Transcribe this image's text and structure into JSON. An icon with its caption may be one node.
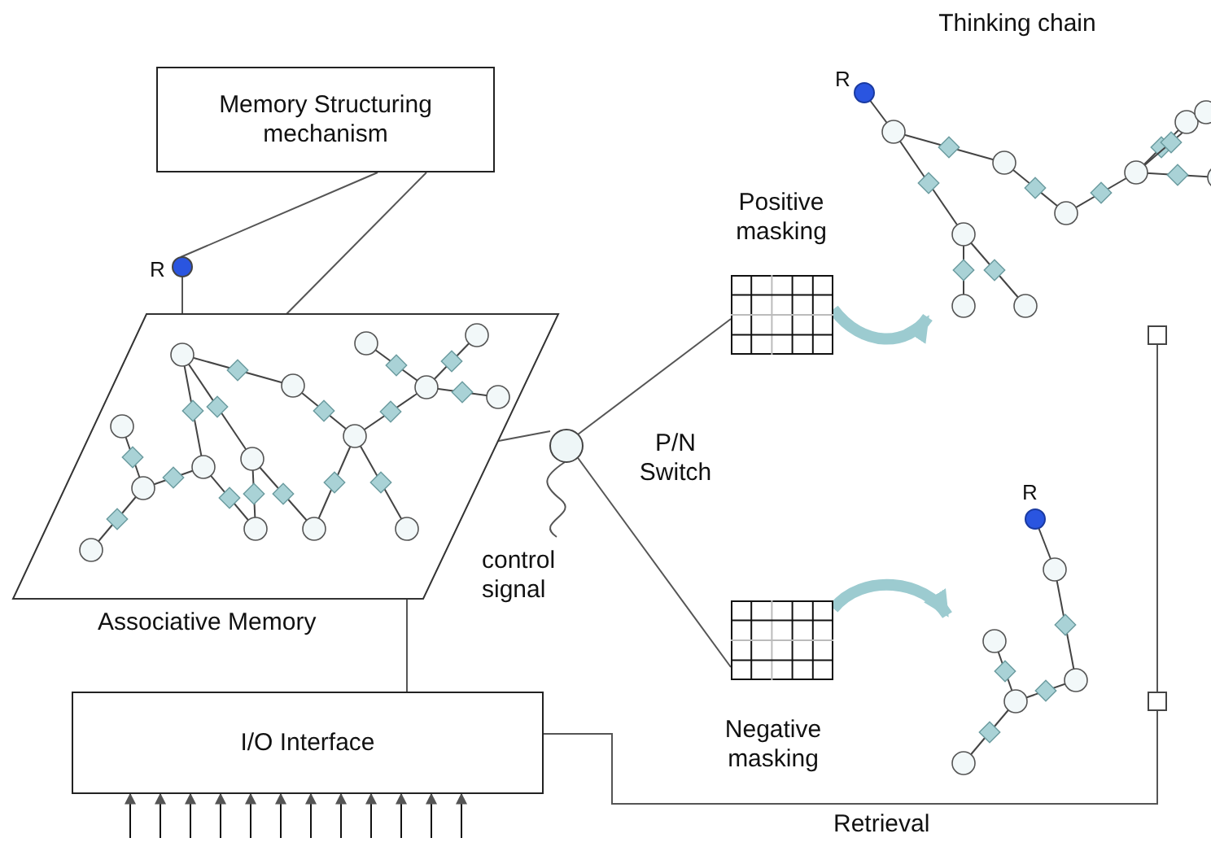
{
  "diagram": {
    "nodes": [
      {
        "text": [
          "Memory Structuring mechanism"
        ]
      },
      {
        "text": [
          "Associative Memory"
        ]
      },
      {
        "text": [],
        "shape": "circle",
        "beside": [
          "R"
        ]
      },
      {
        "text": [],
        "shape": "circle",
        "beside": [
          "P/N Switch"
        ]
      },
      {
        "text": [],
        "shape": "grid",
        "beside": [
          "Positive masking"
        ]
      },
      {
        "text": [],
        "shape": "grid",
        "beside": [
          "Negative masking"
        ]
      },
      {
        "text": [],
        "shape": "picture",
        "beside": [
          "Thinking chain",
          "R"
        ]
      },
      {
        "text": [],
        "shape": "picture",
        "beside": [
          "R"
        ]
      },
      {
        "text": [
          "I/O Interface"
        ]
      },
      {
        "text": [],
        "shape": "box"
      },
      {
        "text": [],
        "shape": "box"
      },
      {
        "text": [
          "control signal"
        ]
      }
    ],
    "edges": [
      {
        "from": 0,
        "to": 2,
        "arrow": "none"
      },
      {
        "from": 0,
        "to": 1,
        "arrow": "none"
      },
      {
        "from": 2,
        "to": 1,
        "arrow": "none"
      },
      {
        "from": 1,
        "to": 3,
        "arrow": "none"
      },
      {
        "from": 3,
        "to": 4,
        "arrow": "none"
      },
      {
        "from": 3,
        "to": 5,
        "arrow": "none"
      },
      {
        "from": 11,
        "to": 3,
        "arrow": "none"
      },
      {
        "from": 4,
        "to": 6,
        "arrow": "to",
        "style": "thick",
        "color": "#9ccbd0"
      },
      {
        "from": 5,
        "to": 7,
        "arrow": "to",
        "style": "thick",
        "color": "#9ccbd0"
      },
      {
        "from": 1,
        "to": 8,
        "arrow": "none"
      },
      {
        "from": 8,
        "to": 10,
        "arrow": "none",
        "label": "Retrieval"
      },
      {
        "from": 10,
        "to": 9,
        "arrow": "none"
      },
      {
        "from": null,
        "to": 8,
        "arrow": "to"
      },
      {
        "from": null,
        "to": 8,
        "arrow": "to"
      },
      {
        "from": null,
        "to": 8,
        "arrow": "to"
      },
      {
        "from": null,
        "to": 8,
        "arrow": "to"
      },
      {
        "from": null,
        "to": 8,
        "arrow": "to"
      },
      {
        "from": null,
        "to": 8,
        "arrow": "to"
      },
      {
        "from": null,
        "to": 8,
        "arrow": "to"
      },
      {
        "from": null,
        "to": 8,
        "arrow": "to"
      },
      {
        "from": null,
        "to": 8,
        "arrow": "to"
      },
      {
        "from": null,
        "to": 8,
        "arrow": "to"
      },
      {
        "from": null,
        "to": 8,
        "arrow": "to"
      },
      {
        "from": null,
        "to": 8,
        "arrow": "to"
      }
    ]
  }
}
